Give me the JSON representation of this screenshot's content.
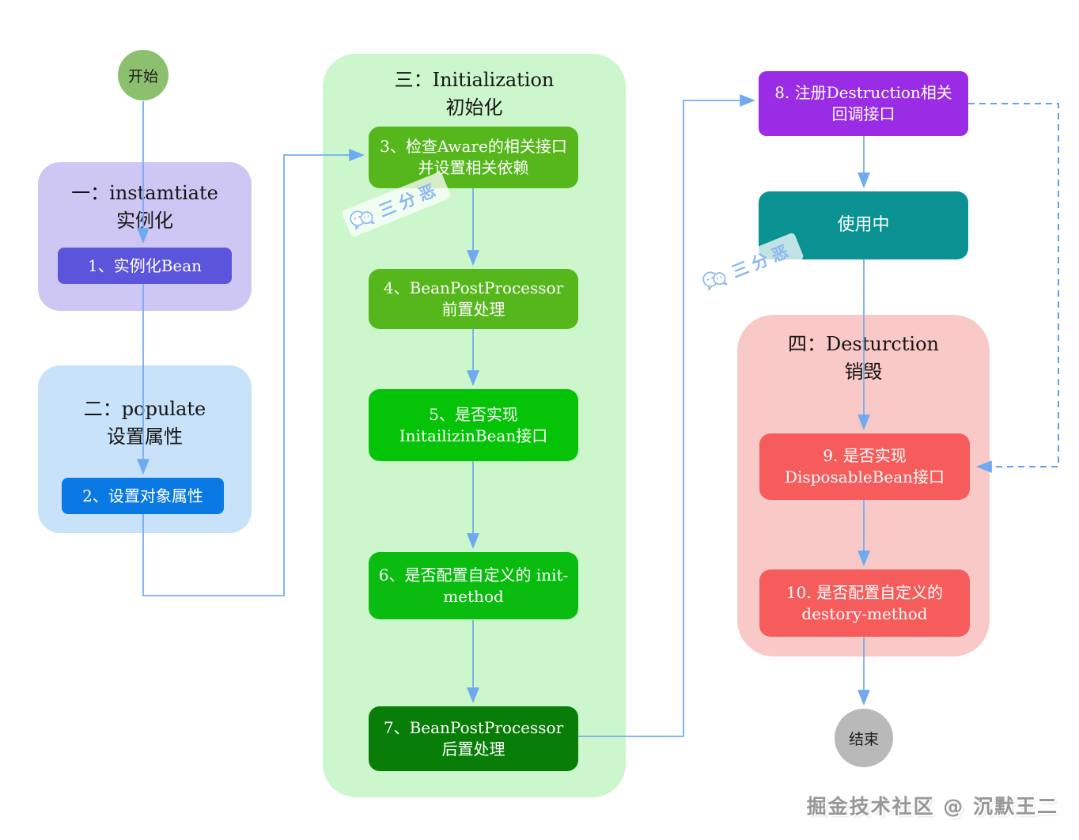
{
  "diagram": {
    "start": {
      "label": "开始"
    },
    "stage_instantiate": {
      "title_line1": "一：instamtiate",
      "title_line2": "实例化",
      "steps": [
        {
          "label": "1、实例化Bean"
        }
      ]
    },
    "stage_populate": {
      "title_line1": "二：populate",
      "title_line2": "设置属性",
      "steps": [
        {
          "label": "2、设置对象属性"
        }
      ]
    },
    "stage_initialization": {
      "title_line1": "三：Initialization",
      "title_line2": "初始化",
      "steps": [
        {
          "label": "3、检查Aware的相关接口并设置相关依赖"
        },
        {
          "label": "4、BeanPostProcessor 前置处理"
        },
        {
          "label": "5、是否实现 InitailizinBean接口"
        },
        {
          "label": "6、是否配置自定义的 init-method"
        },
        {
          "label": "7、BeanPostProcessor 后置处理"
        }
      ]
    },
    "register_destruction": {
      "label": "8. 注册Destruction相关回调接口"
    },
    "in_use": {
      "label": "使用中"
    },
    "stage_destruction": {
      "title_line1": "四：Desturction",
      "title_line2": "销毁",
      "steps": [
        {
          "label": "9. 是否实现 DisposableBean接口"
        },
        {
          "label": "10. 是否配置自定义的 destory-method"
        }
      ]
    },
    "end": {
      "label": "结束"
    }
  },
  "watermarks": {
    "stamp_text": "三分恶",
    "credit": "掘金技术社区 @ 沉默王二"
  },
  "colors": {
    "start_circle": "#8cc06e",
    "end_circle": "#b9b9b9",
    "container_instantiate": "#cfc7f3",
    "container_populate": "#c8e2f9",
    "container_initialization": "#ccf6cb",
    "container_destruction": "#f9c9c7",
    "step1": "#5b55dc",
    "step2": "#0b79e3",
    "step3_4": "#56b71c",
    "step5_6": "#0abb10",
    "step7": "#087e08",
    "step8": "#9a2ce6",
    "in_use": "#0a9191",
    "step9_10": "#f65c5c",
    "connector": "#74adf2",
    "connector_dashed": "#4f93ea",
    "stamp": "#8cb9f0",
    "credit": "#979797"
  }
}
